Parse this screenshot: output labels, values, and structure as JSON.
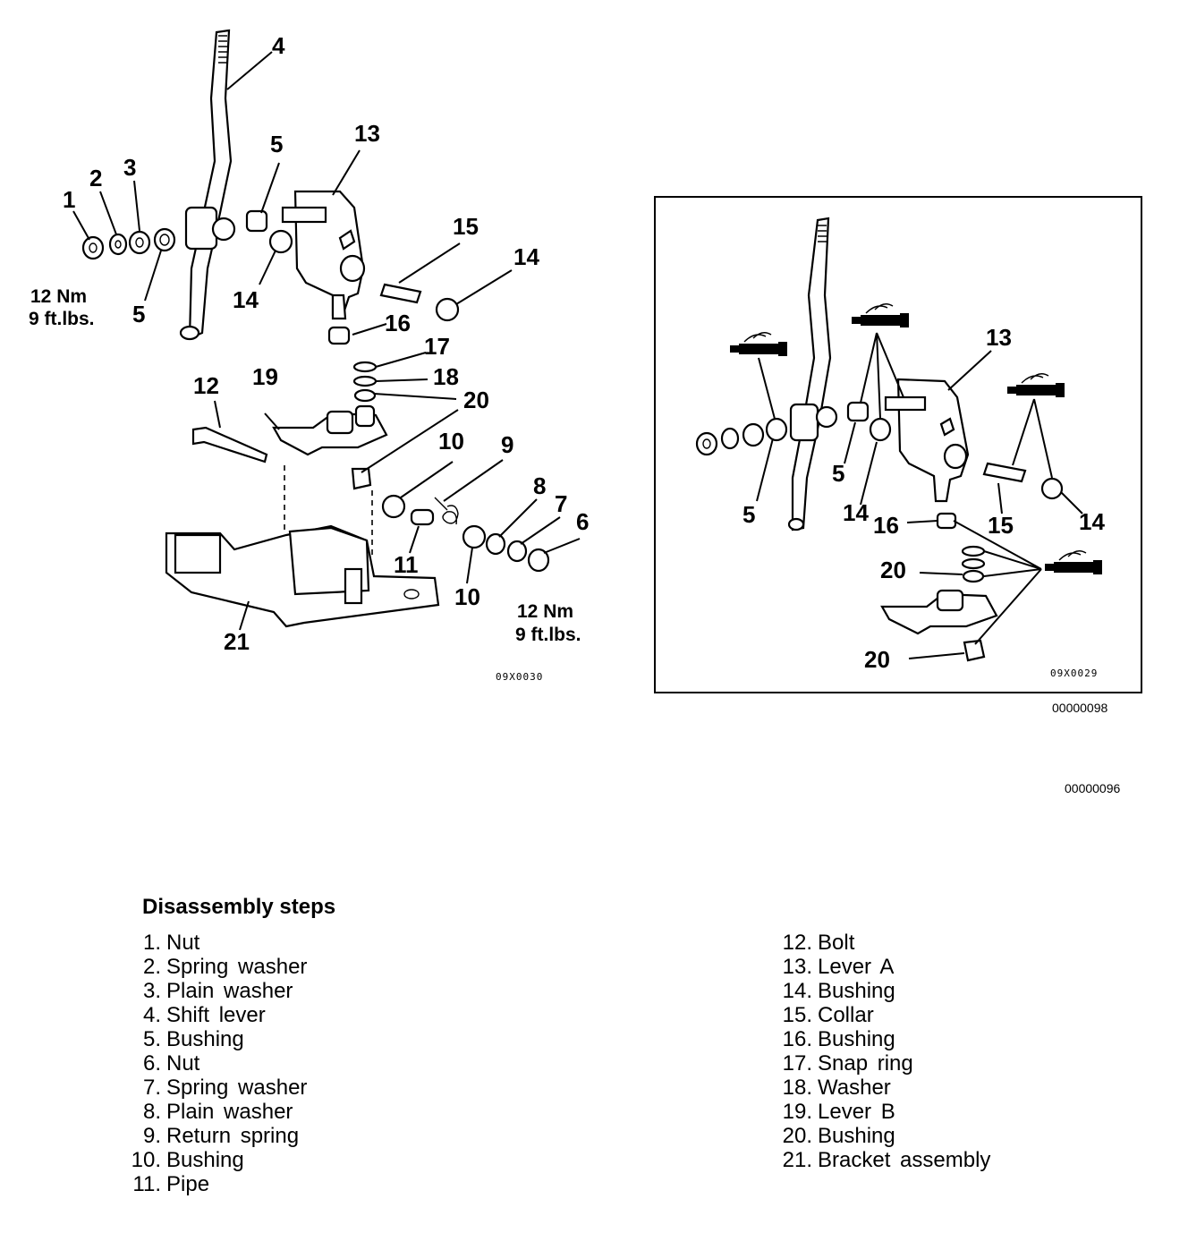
{
  "left_figure": {
    "callouts": {
      "c1": "1",
      "c2": "2",
      "c3": "3",
      "c4": "4",
      "c5a": "5",
      "c5b": "5",
      "c6": "6",
      "c7": "7",
      "c8": "8",
      "c9": "9",
      "c10a": "10",
      "c10b": "10",
      "c11": "11",
      "c12": "12",
      "c13": "13",
      "c14a": "14",
      "c14b": "14",
      "c15": "15",
      "c16": "16",
      "c17": "17",
      "c18": "18",
      "c19": "19",
      "c20": "20",
      "c21": "21"
    },
    "torque_left": {
      "line1": "12 Nm",
      "line2": "9 ft.lbs."
    },
    "torque_right": {
      "line1": "12 Nm",
      "line2": "9 ft.lbs."
    },
    "figure_code": "09X0030"
  },
  "right_figure": {
    "callouts": {
      "c5a": "5",
      "c5b": "5",
      "c13": "13",
      "c14a": "14",
      "c14b": "14",
      "c15": "15",
      "c16": "16",
      "c20a": "20",
      "c20b": "20"
    },
    "figure_code": "09X0029",
    "caption_code": "00000098"
  },
  "page_code": "00000096",
  "legend": {
    "heading": "Disassembly steps",
    "column1": [
      {
        "num": "1.",
        "label": "Nut"
      },
      {
        "num": "2.",
        "label": "Spring washer"
      },
      {
        "num": "3.",
        "label": "Plain washer"
      },
      {
        "num": "4.",
        "label": "Shift lever"
      },
      {
        "num": "5.",
        "label": "Bushing"
      },
      {
        "num": "6.",
        "label": "Nut"
      },
      {
        "num": "7.",
        "label": "Spring washer"
      },
      {
        "num": "8.",
        "label": "Plain washer"
      },
      {
        "num": "9.",
        "label": "Return spring"
      },
      {
        "num": "10.",
        "label": "Bushing"
      },
      {
        "num": "11.",
        "label": "Pipe"
      }
    ],
    "column2": [
      {
        "num": "12.",
        "label": "Bolt"
      },
      {
        "num": "13.",
        "label": "Lever A"
      },
      {
        "num": "14.",
        "label": "Bushing"
      },
      {
        "num": "15.",
        "label": "Collar"
      },
      {
        "num": "16.",
        "label": "Bushing"
      },
      {
        "num": "17.",
        "label": "Snap ring"
      },
      {
        "num": "18.",
        "label": "Washer"
      },
      {
        "num": "19.",
        "label": "Lever B"
      },
      {
        "num": "20.",
        "label": "Bushing"
      },
      {
        "num": "21.",
        "label": "Bracket assembly"
      }
    ]
  }
}
